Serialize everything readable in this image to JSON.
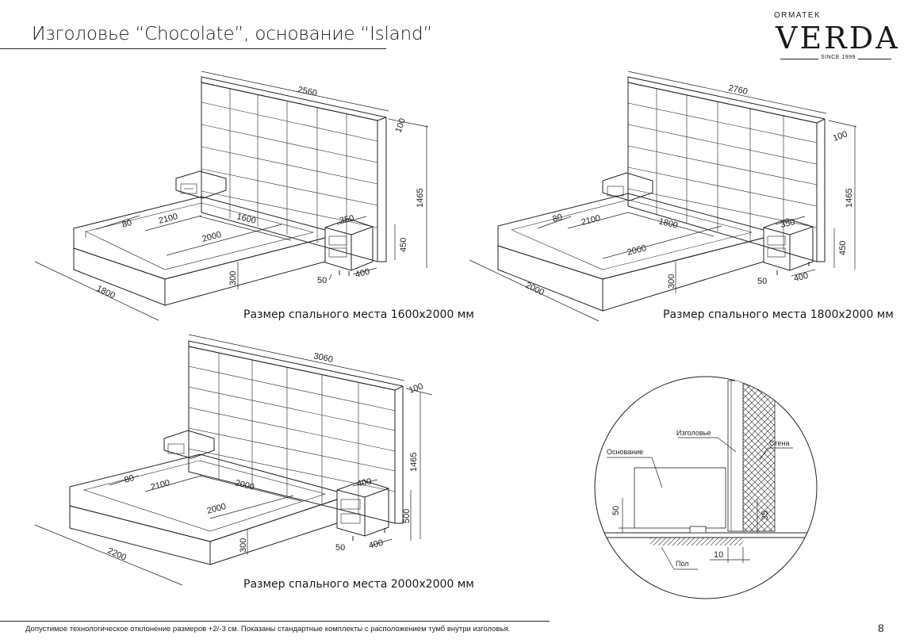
{
  "header": {
    "title": "Изголовье “Chocolate”, основание “Island”"
  },
  "brand": {
    "top": "ORMATEK",
    "name": "VERDA",
    "since": "SINCE 1999"
  },
  "captions": {
    "bed1": "Размер спального места 1600x2000 мм",
    "bed2": "Размер спального места 1800x2000 мм",
    "bed3": "Размер спального места 2000x2000 мм"
  },
  "bed1": {
    "headboard_width": "2560",
    "headboard_thickness": "100",
    "headboard_height": "1465",
    "frame_width": "1800",
    "inner_length": "2100",
    "mattress_width": "1600",
    "mattress_length": "2000",
    "side": "80",
    "base_height": "300",
    "nightstand_depth": "350",
    "nightstand_height": "450",
    "nightstand_width": "400",
    "leg": "50"
  },
  "bed2": {
    "headboard_width": "2760",
    "headboard_thickness": "100",
    "headboard_height": "1465",
    "frame_width": "2000",
    "inner_length": "2100",
    "mattress_width": "1800",
    "mattress_length": "2000",
    "side": "80",
    "base_height": "300",
    "nightstand_depth": "350",
    "nightstand_height": "450",
    "nightstand_width": "400",
    "leg": "50"
  },
  "bed3": {
    "headboard_width": "3060",
    "headboard_thickness": "100",
    "headboard_height": "1465",
    "frame_width": "2200",
    "inner_length": "2100",
    "mattress_width": "2000",
    "mattress_length": "2000",
    "side": "80",
    "base_height": "300",
    "nightstand_depth": "400",
    "nightstand_height": "500",
    "nightstand_width": "400",
    "leg": "50"
  },
  "detail": {
    "headboard_label": "Изголовье",
    "base_label": "Основание",
    "wall_label": "Стена",
    "floor_label": "Пол",
    "dim_base": "50",
    "dim_gap": "35",
    "dim_offset": "10"
  },
  "footer": {
    "note": "Допустимое технологическое отклонение размеров +2/-3 см.  Показаны стандартные комплекты с расположением тумб внутри изголовья.",
    "page": "8"
  }
}
